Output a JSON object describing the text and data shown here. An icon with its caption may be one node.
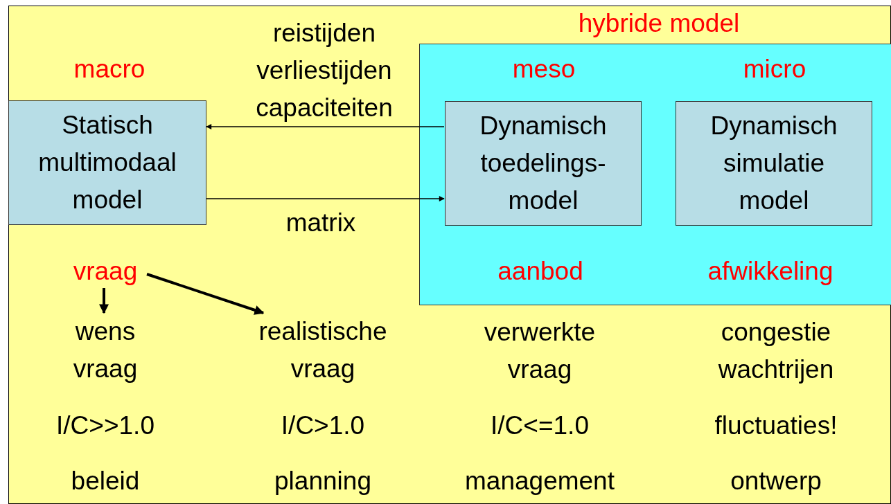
{
  "diagram": {
    "nodes": [
      {
        "text": [
          "hybride model"
        ]
      },
      {
        "text": [
          "Statisch multimodaal model"
        ],
        "beside": [
          "macro"
        ]
      },
      {
        "text": [
          "Dynamisch toedelings-model"
        ],
        "in": 0,
        "beside": [
          "meso",
          "aanbod"
        ]
      },
      {
        "text": [
          "Dynamisch simulatie model"
        ],
        "in": 0,
        "beside": [
          "micro",
          "afwikkeling"
        ]
      },
      {
        "text": [
          "vraag"
        ]
      },
      {
        "text": [
          "wens vraag"
        ]
      },
      {
        "text": [
          "realistische vraag"
        ]
      }
    ],
    "edges": [
      {
        "from": 2,
        "to": 1,
        "arrow": "to",
        "label": "reistijden verliestijden capaciteiten"
      },
      {
        "from": 1,
        "to": 2,
        "arrow": "to",
        "label": "matrix"
      },
      {
        "from": 4,
        "to": 5,
        "arrow": "to",
        "style": "thick"
      },
      {
        "from": 4,
        "to": 6,
        "arrow": "to",
        "style": "thick"
      }
    ],
    "labels": [
      "verwerkte vraag",
      "congestie wachtrijen",
      "I/C>>1.0",
      "I/C>1.0",
      "I/C<=1.0",
      "fluctuaties!",
      "beleid",
      "planning",
      "management",
      "ontwerp"
    ]
  }
}
